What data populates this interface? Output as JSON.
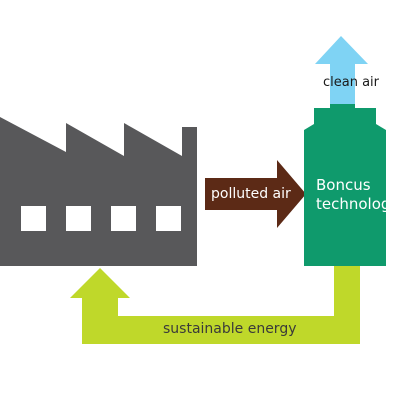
{
  "diagram": {
    "pollutant_arrow_label": "polluted air",
    "clean_arrow_label": "clean air",
    "technology_label": [
      "Boncus",
      "technology"
    ],
    "energy_loop_label": "sustainable energy"
  },
  "colors": {
    "factory": "#58585a",
    "window": "#ffffff",
    "polluted_arrow": "#5c2a16",
    "technology_unit": "#0f9a6c",
    "clean_arrow": "#7fd3f4",
    "energy_arrow": "#bfd82a",
    "background": "#ffffff"
  }
}
